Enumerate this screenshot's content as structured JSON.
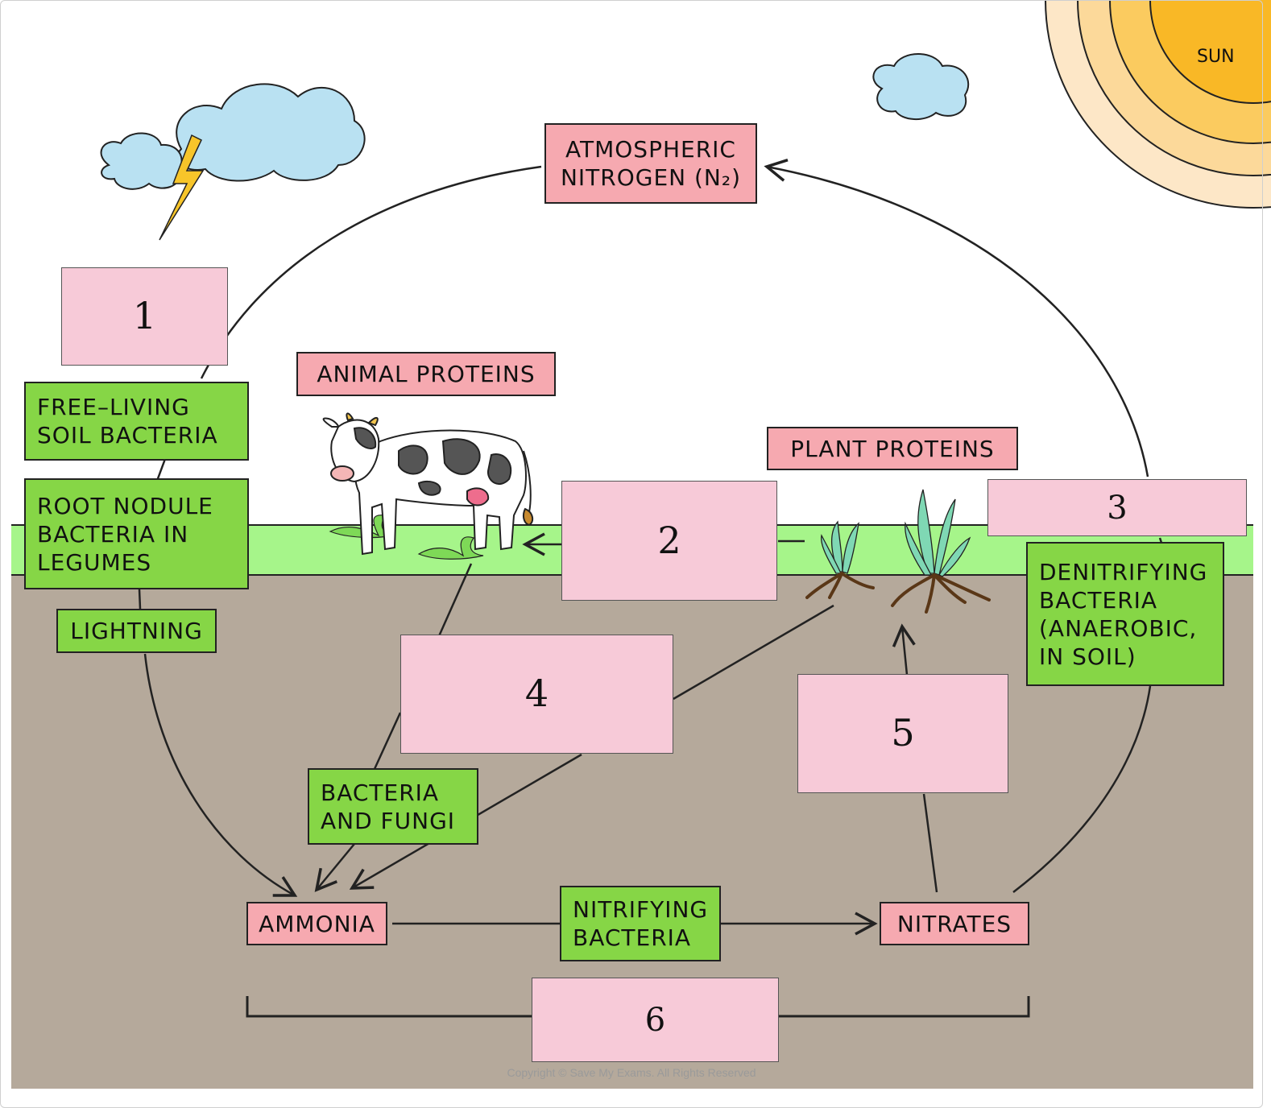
{
  "sun_label": "SUN",
  "atmospheric_nitrogen": "ATMOSPHERIC\nNITROGEN (N₂)",
  "animal_proteins": "ANIMAL PROTEINS",
  "plant_proteins": "PLANT PROTEINS",
  "ammonia": "AMMONIA",
  "nitrates": "NITRATES",
  "green_labels": {
    "free_living": "FREE–LIVING\nSOIL BACTERIA",
    "root_nodule": "ROOT NODULE\nBACTERIA IN\nLEGUMES",
    "lightning": "LIGHTNING",
    "bacteria_fungi": "BACTERIA\nAND FUNGI",
    "nitrifying": "NITRIFYING\nBACTERIA",
    "denitrifying": "DENITRIFYING\nBACTERIA\n(ANAEROBIC,\nIN SOIL)"
  },
  "blanks": {
    "b1": "1",
    "b2": "2",
    "b3": "3",
    "b4": "4",
    "b5": "5",
    "b6": "6"
  },
  "copyright": "Copyright © Save My Exams. All Rights Reserved",
  "colors": {
    "pink_label": "#f6a9b0",
    "green_label": "#86d646",
    "blank_box": "#f7cad8",
    "grass": "#a6f58a",
    "soil": "#b5a99b",
    "cloud": "#b9e1f2",
    "sun": "#f9b826"
  }
}
